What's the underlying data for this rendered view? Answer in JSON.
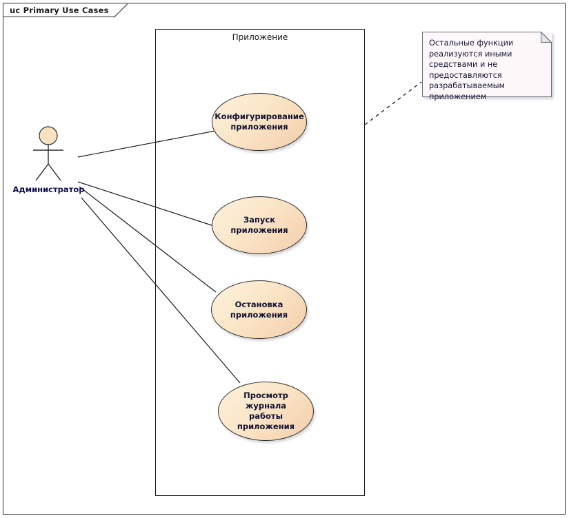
{
  "diagram": {
    "title_tab": "uc Primary Use Cases",
    "type": "uml-use-case-diagram",
    "frame_border_color": "#2b2b2b",
    "boundary": {
      "label": "Приложение",
      "border_color": "#1a1a1a"
    },
    "actor": {
      "name": "Администратор",
      "label_color": "#0d0d4d",
      "head_fill": "#fbe3c2"
    },
    "use_cases": [
      {
        "id": "uc-configure",
        "lines": [
          "Конфигурирование",
          "приложения"
        ]
      },
      {
        "id": "uc-start",
        "lines": [
          "Запуск приложения"
        ]
      },
      {
        "id": "uc-stop",
        "lines": [
          "Остановка",
          "приложения"
        ]
      },
      {
        "id": "uc-viewlog",
        "lines": [
          "Просмотр журнала",
          "работы приложения"
        ]
      }
    ],
    "note": {
      "text": "Остальные функции реализуются иными средствами и не предоставляются разрабатываемым приложением",
      "fill": "#fdf7fa",
      "border": "#6b6b7a",
      "connector": "dashed"
    },
    "associations": [
      {
        "from": "Администратор",
        "to": "Конфигурирование приложения"
      },
      {
        "from": "Администратор",
        "to": "Запуск приложения"
      },
      {
        "from": "Администратор",
        "to": "Остановка приложения"
      },
      {
        "from": "Администратор",
        "to": "Просмотр журнала работы приложения"
      }
    ],
    "colors": {
      "usecase_fill_light": "#fdf1dd",
      "usecase_fill_dark": "#f4ceaa",
      "usecase_stroke": "#2b2b2b",
      "line": "#1a1a1a"
    }
  }
}
